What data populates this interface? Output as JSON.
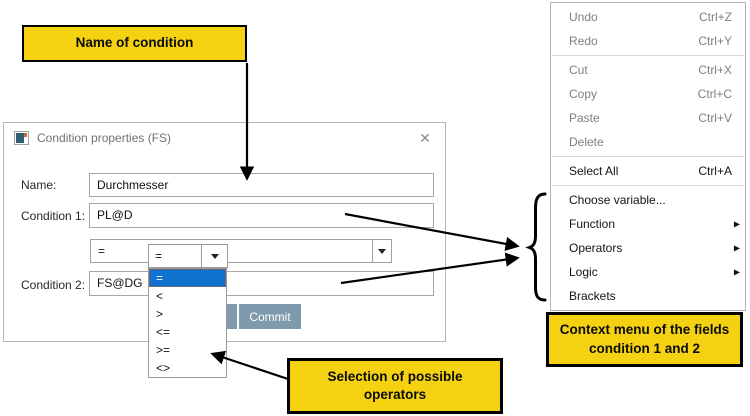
{
  "colors": {
    "accent_yellow": "#F4D212",
    "selection_blue": "#1073CF",
    "button_gray_blue": "#7E9AAC"
  },
  "icons": {
    "close": "✕",
    "submenu_arrow": "▶",
    "dropdown_arrow": "▼"
  },
  "callouts": {
    "name": {
      "text": "Name of condition"
    },
    "operators": {
      "line1": "Selection of possible",
      "line2": "operators"
    },
    "context_menu": {
      "line1": "Context menu of the fields",
      "line2": "condition 1 and 2"
    }
  },
  "dialog": {
    "title": "Condition properties (FS)",
    "name_label": "Name:",
    "name_value": "Durchmesser",
    "condition1_label": "Condition 1:",
    "condition1_value": "PL@D",
    "condition2_label": "Condition 2:",
    "condition2_value": "FS@DG",
    "operator_selected": "=",
    "commit_button": "Commit"
  },
  "operator_dropdown": {
    "selected": "=",
    "options": [
      "=",
      "<",
      ">",
      "<=",
      ">=",
      "<>"
    ]
  },
  "context_menu": {
    "sections": [
      {
        "items": [
          {
            "label": "Undo",
            "shortcut": "Ctrl+Z"
          },
          {
            "label": "Redo",
            "shortcut": "Ctrl+Y"
          }
        ]
      },
      {
        "items": [
          {
            "label": "Cut",
            "shortcut": "Ctrl+X"
          },
          {
            "label": "Copy",
            "shortcut": "Ctrl+C"
          },
          {
            "label": "Paste",
            "shortcut": "Ctrl+V"
          },
          {
            "label": "Delete",
            "shortcut": ""
          }
        ]
      },
      {
        "items": [
          {
            "label": "Select All",
            "shortcut": "Ctrl+A"
          }
        ]
      },
      {
        "items": [
          {
            "label": "Choose variable...",
            "shortcut": ""
          },
          {
            "label": "Function",
            "shortcut": ""
          },
          {
            "label": "Operators",
            "shortcut": ""
          },
          {
            "label": "Logic",
            "shortcut": ""
          },
          {
            "label": "Brackets",
            "shortcut": ""
          }
        ]
      }
    ]
  }
}
